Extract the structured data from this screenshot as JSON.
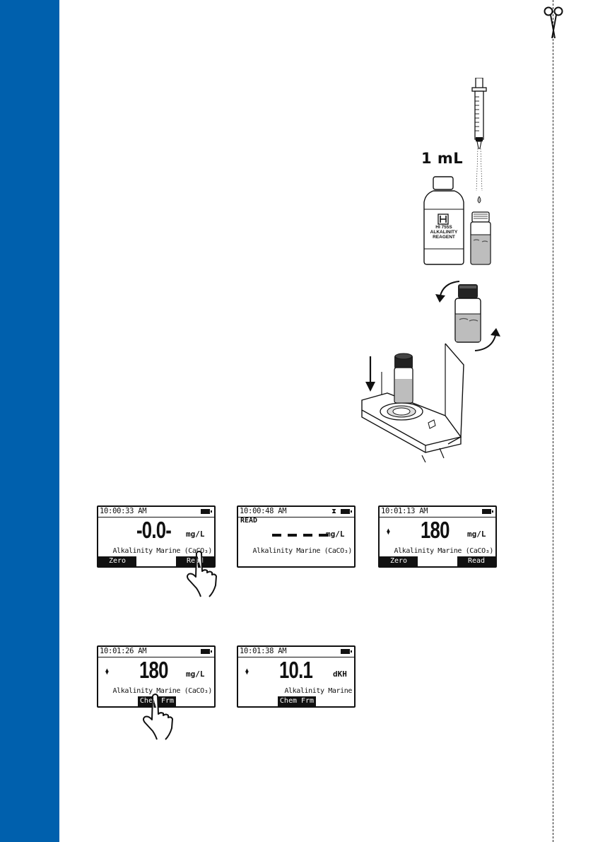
{
  "illustration": {
    "volume_label": "1 mL",
    "bottle_label": [
      "HI 755S",
      "ALKALINITY",
      "REAGENT"
    ]
  },
  "screens": [
    {
      "time": "10:00:33 AM",
      "status": "",
      "value": "-0.0-",
      "unit": "mg/L",
      "parameter": "Alkalinity Marine (CaCO₃)",
      "left_key": "Zero",
      "right_key": "Read",
      "center_key": ""
    },
    {
      "time": "10:00:48 AM",
      "status": "READ",
      "value": "",
      "unit": "mg/L",
      "parameter": "Alkalinity Marine (CaCO₃)",
      "left_key": "",
      "right_key": "",
      "center_key": ""
    },
    {
      "time": "10:01:13 AM",
      "status": "",
      "value": "180",
      "unit": "mg/L",
      "parameter": "Alkalinity Marine (CaCO₃)",
      "left_key": "Zero",
      "right_key": "Read",
      "center_key": ""
    },
    {
      "time": "10:01:26 AM",
      "status": "",
      "value": "180",
      "unit": "mg/L",
      "parameter": "Alkalinity Marine (CaCO₃)",
      "left_key": "",
      "right_key": "",
      "center_key": "Chem Frm"
    },
    {
      "time": "10:01:38 AM",
      "status": "",
      "value": "10.1",
      "unit": "dKH",
      "parameter": "Alkalinity Marine",
      "left_key": "",
      "right_key": "",
      "center_key": "Chem Frm"
    }
  ]
}
